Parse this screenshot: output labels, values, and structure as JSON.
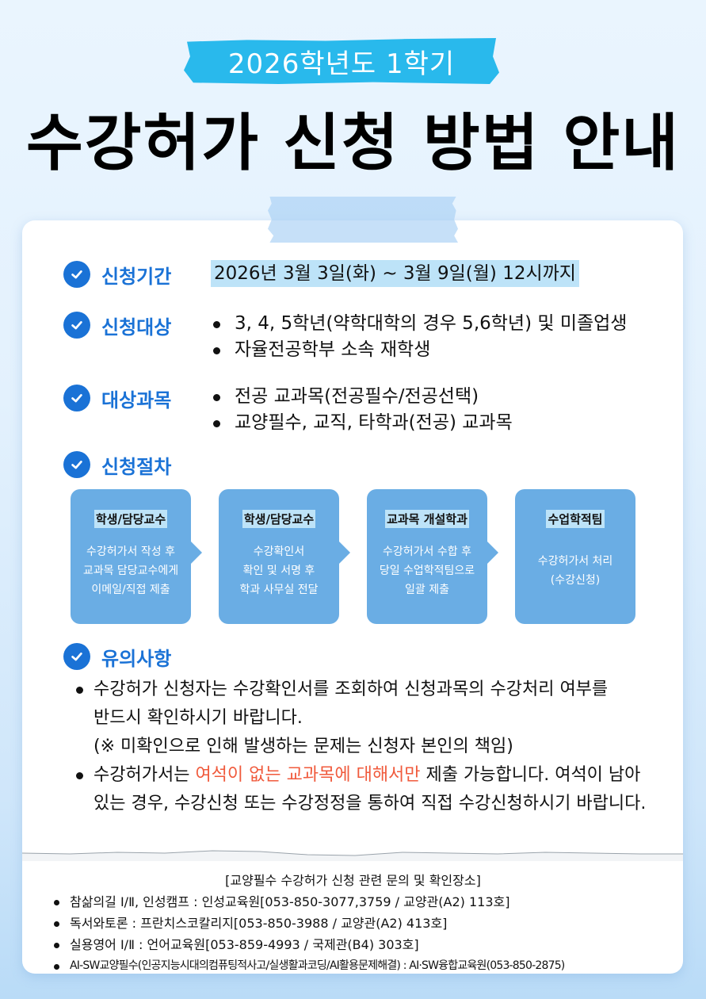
{
  "header": {
    "subtitle": "2026학년도 1학기",
    "title": "수강허가 신청 방법 안내"
  },
  "sections": {
    "period": {
      "label": "신청기간",
      "value": "2026년 3월 3일(화) ~ 3월 9일(월) 12시까지"
    },
    "target": {
      "label": "신청대상",
      "items": [
        "3, 4, 5학년(약학대학의 경우 5,6학년) 및 미졸업생",
        "자율전공학부 소속 재학생"
      ]
    },
    "courses": {
      "label": "대상과목",
      "items": [
        "전공 교과목(전공필수/전공선택)",
        "교양필수, 교직, 타학과(전공) 교과목"
      ]
    },
    "procedure": {
      "label": "신청절차",
      "steps": [
        {
          "title": "학생/담당교수",
          "desc": "수강허가서 작성 후\n교과목 담당교수에게\n이메일/직접 제출"
        },
        {
          "title": "학생/담당교수",
          "desc": "수강확인서\n확인 및 서명 후\n학과 사무실 전달"
        },
        {
          "title": "교과목 개설학과",
          "desc": "수강허가서 수합 후\n당일 수업학적팀으로\n일괄 제출"
        },
        {
          "title": "수업학적팀",
          "desc": "수강허가서 처리\n(수강신청)"
        }
      ]
    },
    "notes": {
      "label": "유의사항",
      "item1_line1": "수강허가 신청자는 수강확인서를 조회하여 신청과목의 수강처리 여부를",
      "item1_line2": "반드시 확인하시기 바랍니다.",
      "item1_line3": "(※ 미확인으로 인해 발생하는 문제는 신청자 본인의 책임)",
      "item2_pre": "수강허가서는 ",
      "item2_highlight": "여석이 없는 교과목에 대해서만",
      "item2_post": " 제출 가능합니다. 여석이 남아있는 경우, 수강신청 또는 수강정정을 통하여 직접 수강신청하시기 바랍니다."
    }
  },
  "contacts": {
    "title": "[교양필수 수강허가 신청 관련 문의 및 확인장소]",
    "items": [
      "참삶의길 Ⅰ/Ⅱ, 인성캠프 : 인성교육원[053-850-3077,3759 / 교양관(A2) 113호]",
      "독서와토론 : 프란치스코칼리지[053-850-3988 / 교양관(A2) 413호]",
      "실용영어 Ⅰ/Ⅱ : 언어교육원[053-859-4993 / 국제관(B4) 303호]",
      "AI-SW교양필수(인공지능시대의컴퓨팅적사고/실생활과코딩/AI활용문제해결) : AI·SW융합교육원(053-850-2875)"
    ]
  },
  "colors": {
    "accent_blue": "#1a72d6",
    "subtitle_bg": "#29b9ec",
    "step_box": "#6aade4",
    "highlight_bg": "#bde3f8",
    "warning_red": "#f05a3c"
  }
}
